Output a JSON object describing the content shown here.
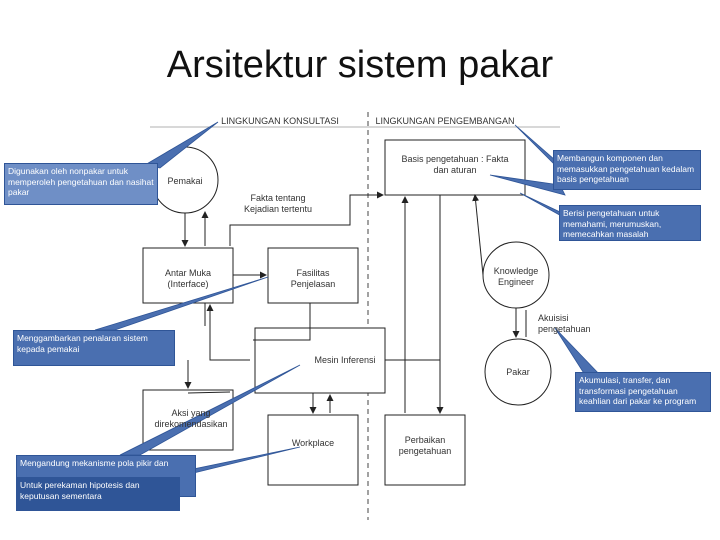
{
  "title": "Arsitektur sistem pakar",
  "headers": {
    "consult": "LINGKUNGAN KONSULTASI",
    "develop": "LINGKUNGAN PENGEMBANGAN"
  },
  "nodes": {
    "pemakai": "Pemakai",
    "fakta": "Fakta tentang Kejadian tertentu",
    "basis": "Basis pengetahuan : Fakta dan aturan",
    "antarmuka": "Antar Muka (Interface)",
    "fasilitas": "Fasilitas Penjelasan",
    "knowledge": "Knowledge Engineer",
    "akuisisi": "Akuisisi pengetahuan",
    "mesin": "Mesin Inferensi",
    "pakar": "Pakar",
    "aksi": "Aksi yang direkomendasikan",
    "workplace": "Workplace",
    "perbaikan": "Perbaikan pengetahuan"
  },
  "callouts": {
    "nonpakar": "Digunakan oleh nonpakar untuk memperoleh pengetahuan dan nasihat pakar",
    "membangun": "Membangun komponen dan memasukkan pengetahuan kedalam basis pengetahuan",
    "berisi": "Berisi pengetahuan untuk memahami, merumuskan, memecahkan masalah",
    "menggambarkan": "Menggambarkan penalaran sistem kepada pemakai",
    "akumulasi": "Akumulasi, transfer, dan transformasi pengetahuan keahlian dari pakar ke program",
    "mengandung": "Mengandung mekanisme pola pikir dan",
    "perekaman": "Untuk perekaman hipotesis dan keputusan sementara"
  }
}
